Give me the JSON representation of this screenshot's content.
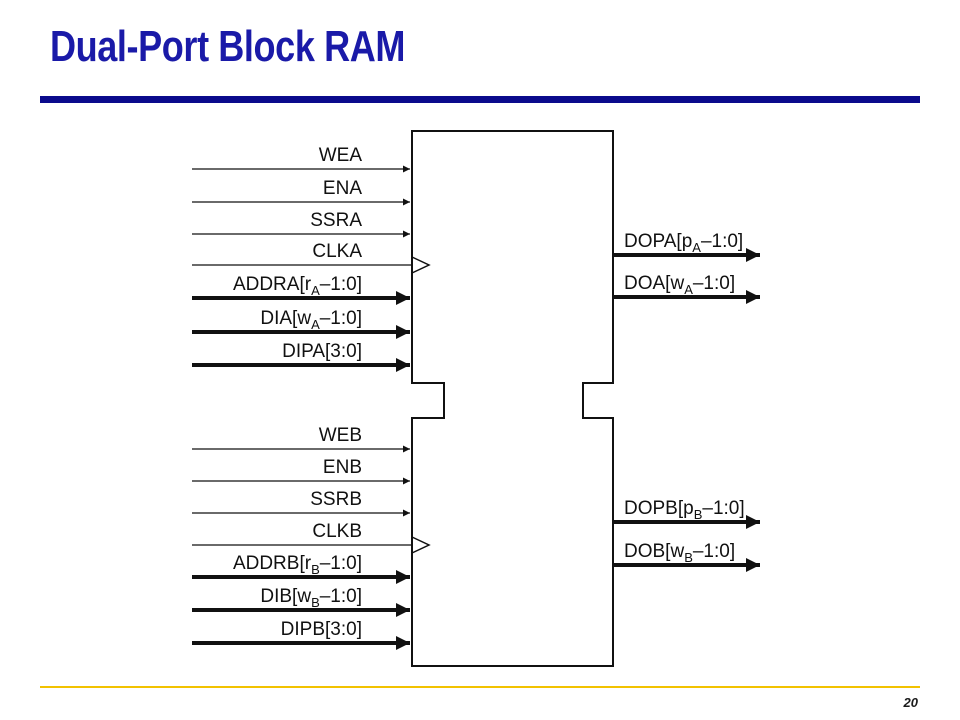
{
  "slide": {
    "title": "Dual-Port Block RAM",
    "page_number": "20"
  },
  "colors": {
    "title": "#1a1aa8",
    "title_rule": "#0a0a8c",
    "footer_rule": "#f2c200",
    "lines": "#111111"
  },
  "port_a": {
    "inputs": [
      {
        "id": "wea",
        "parts": [
          {
            "t": "WEA"
          }
        ],
        "bus": false,
        "clock": false
      },
      {
        "id": "ena",
        "parts": [
          {
            "t": "ENA"
          }
        ],
        "bus": false,
        "clock": false
      },
      {
        "id": "ssra",
        "parts": [
          {
            "t": "SSRA"
          }
        ],
        "bus": false,
        "clock": false
      },
      {
        "id": "clka",
        "parts": [
          {
            "t": "CLKA"
          }
        ],
        "bus": false,
        "clock": true
      },
      {
        "id": "addra",
        "parts": [
          {
            "t": "ADDRA[r"
          },
          {
            "t": "A",
            "sub": true
          },
          {
            "t": "–1:0]"
          }
        ],
        "bus": true,
        "clock": false
      },
      {
        "id": "dia",
        "parts": [
          {
            "t": "DIA[w"
          },
          {
            "t": "A",
            "sub": true
          },
          {
            "t": "–1:0]"
          }
        ],
        "bus": true,
        "clock": false
      },
      {
        "id": "dipa",
        "parts": [
          {
            "t": "DIPA[3:0]"
          }
        ],
        "bus": true,
        "clock": false
      }
    ],
    "outputs": [
      {
        "id": "dopa",
        "parts": [
          {
            "t": "DOPA[p"
          },
          {
            "t": "A",
            "sub": true
          },
          {
            "t": "–1:0]"
          }
        ]
      },
      {
        "id": "doa",
        "parts": [
          {
            "t": "DOA[w"
          },
          {
            "t": "A",
            "sub": true
          },
          {
            "t": "–1:0]"
          }
        ]
      }
    ]
  },
  "port_b": {
    "inputs": [
      {
        "id": "web",
        "parts": [
          {
            "t": "WEB"
          }
        ],
        "bus": false,
        "clock": false
      },
      {
        "id": "enb",
        "parts": [
          {
            "t": "ENB"
          }
        ],
        "bus": false,
        "clock": false
      },
      {
        "id": "ssrb",
        "parts": [
          {
            "t": "SSRB"
          }
        ],
        "bus": false,
        "clock": false
      },
      {
        "id": "clkb",
        "parts": [
          {
            "t": "CLKB"
          }
        ],
        "bus": false,
        "clock": true
      },
      {
        "id": "addrb",
        "parts": [
          {
            "t": "ADDRB[r"
          },
          {
            "t": "B",
            "sub": true
          },
          {
            "t": "–1:0]"
          }
        ],
        "bus": true,
        "clock": false
      },
      {
        "id": "dib",
        "parts": [
          {
            "t": "DIB[w"
          },
          {
            "t": "B",
            "sub": true
          },
          {
            "t": "–1:0]"
          }
        ],
        "bus": true,
        "clock": false
      },
      {
        "id": "dipb",
        "parts": [
          {
            "t": "DIPB[3:0]"
          }
        ],
        "bus": true,
        "clock": false
      }
    ],
    "outputs": [
      {
        "id": "dopb",
        "parts": [
          {
            "t": "DOPB[p"
          },
          {
            "t": "B",
            "sub": true
          },
          {
            "t": "–1:0]"
          }
        ]
      },
      {
        "id": "dob",
        "parts": [
          {
            "t": "DOB[w"
          },
          {
            "t": "B",
            "sub": true
          },
          {
            "t": "–1:0]"
          }
        ]
      }
    ]
  }
}
